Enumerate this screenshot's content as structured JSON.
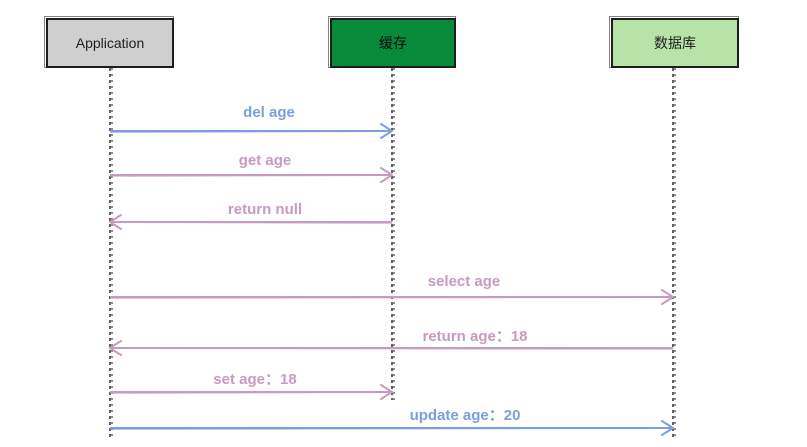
{
  "actors": [
    {
      "key": "app",
      "label": "Application"
    },
    {
      "key": "cache",
      "label": "缓存"
    },
    {
      "key": "db",
      "label": "数据库"
    }
  ],
  "colors": {
    "request_blue": "#7a9fdc",
    "response_pink": "#c79bc1",
    "lifeline": "#1e1e1e",
    "app_box": "#cfcfcf",
    "cache_box": "#078a3a",
    "db_box": "#b7e3a9"
  },
  "messages": [
    {
      "label": "del age",
      "from": "app",
      "to": "cache",
      "color": "blue"
    },
    {
      "label": "get age",
      "from": "app",
      "to": "cache",
      "color": "pink"
    },
    {
      "label": "return null",
      "from": "cache",
      "to": "app",
      "color": "pink"
    },
    {
      "label": "select age",
      "from": "app",
      "to": "db",
      "color": "pink"
    },
    {
      "label": "return age：18",
      "from": "db",
      "to": "app",
      "color": "pink"
    },
    {
      "label": "set age：18",
      "from": "app",
      "to": "cache",
      "color": "pink"
    },
    {
      "label": "update age：20",
      "from": "app",
      "to": "db",
      "color": "blue"
    }
  ]
}
